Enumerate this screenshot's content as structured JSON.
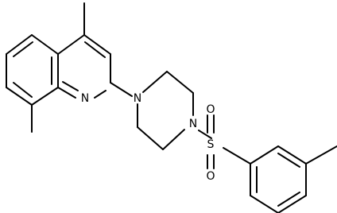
{
  "molecule": {
    "atom_labels": {
      "quinoline_n": "N",
      "piperazine_n_left": "N",
      "piperazine_n_right": "N",
      "sulfur": "S",
      "oxygen_top": "O",
      "oxygen_bottom": "O"
    }
  },
  "colors": {
    "bond": "#000000",
    "label": "#000000",
    "background": "#ffffff"
  }
}
